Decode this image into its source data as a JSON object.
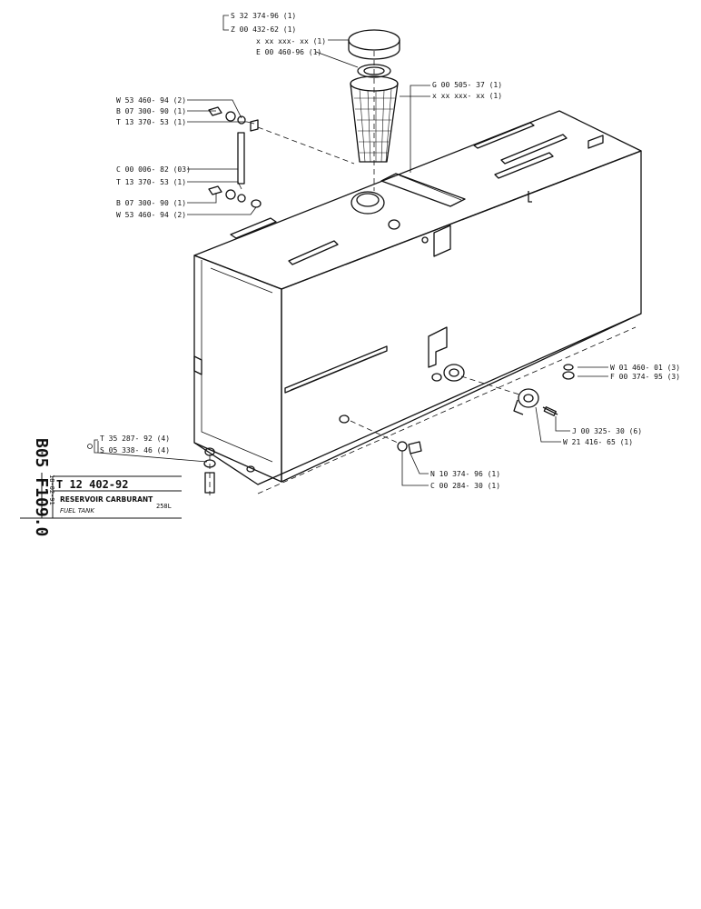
{
  "labels": {
    "top_s": "S 32 374-96 (1)",
    "top_z": "Z 00 432-62 (1)",
    "cap_x": "x xx xxx- xx (1)",
    "cap_e": "E 00 460-96 (1)",
    "filter_g": "G 00 505- 37 (1)",
    "filter_x": "x xx xxx- xx (1)",
    "left_w1": "W 53 460- 94 (2)",
    "left_b1": "B 07 300- 90 (1)",
    "left_t1": "T 13 370- 53 (1)",
    "left_c": "C 00 006- 82 (03)",
    "left_t2": "T 13 370- 53 (1)",
    "left_b2": "B 07 300- 90 (1)",
    "left_w2": "W 53 460- 94 (2)",
    "right_w": "W 01 460- 01 (3)",
    "right_f": "F 00 374- 95 (3)",
    "right_j": "J 00 325- 30 (6)",
    "right_w2": "W 21 416- 65 (1)",
    "bottom_t": "T 35 287- 92 (4)",
    "bottom_s": "S 05 338- 46 (4)",
    "bottom_n": "N 10 374- 96 (1)",
    "bottom_c": "C 00 284- 30 (1)"
  },
  "title_block": {
    "page_code": "B05 F109.0",
    "date": "18-02-91",
    "part_number": "T 12 402-92",
    "title_fr": "RESERVOIR CARBURANT",
    "title_en": "FUEL TANK",
    "capacity": "258L"
  }
}
